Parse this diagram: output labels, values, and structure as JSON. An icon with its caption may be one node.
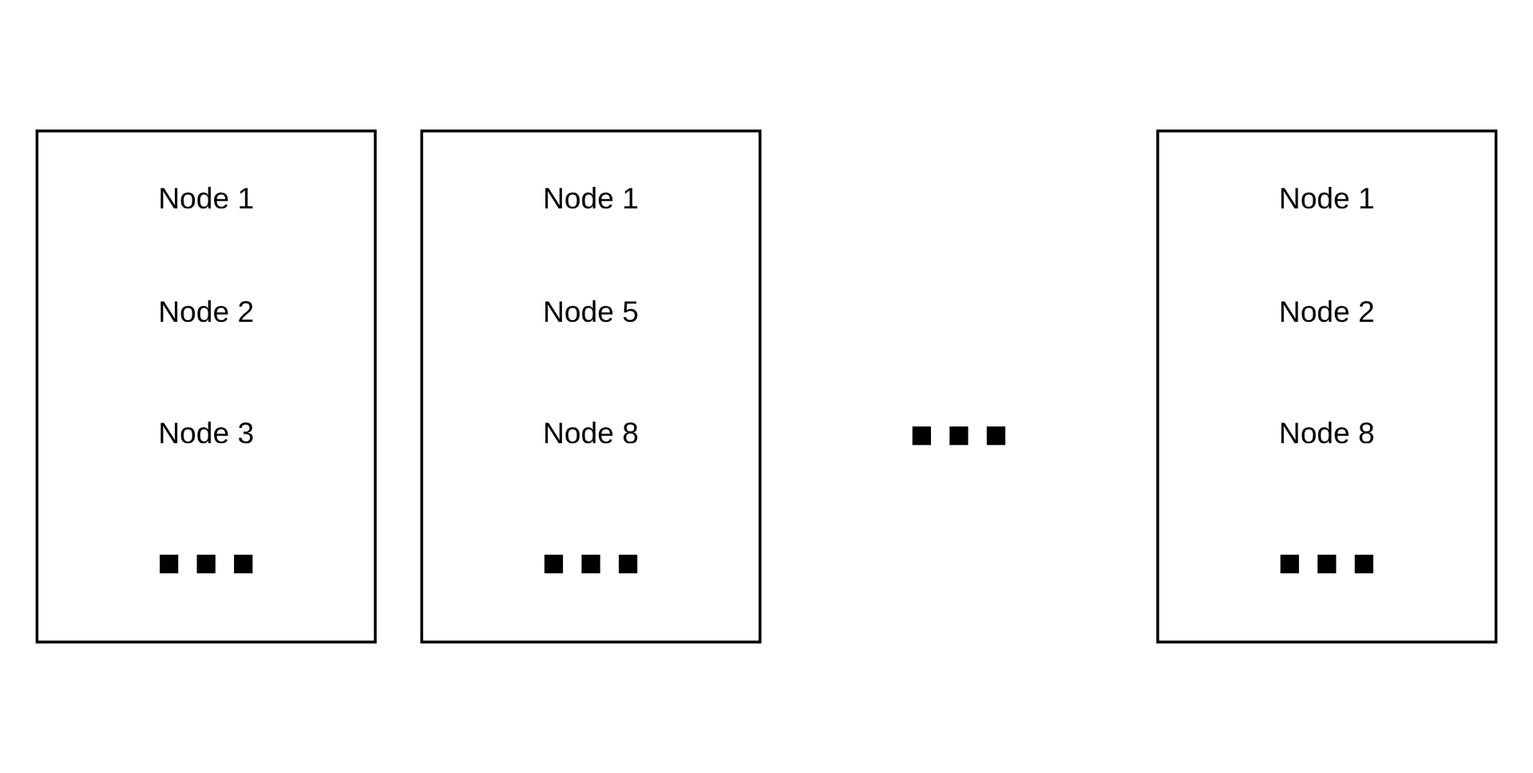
{
  "diagram": {
    "nodes": [
      {
        "text": [],
        "shape": "box"
      },
      {
        "text": [
          "Node 1"
        ],
        "in": 0
      },
      {
        "text": [
          "Node 2"
        ],
        "in": 0
      },
      {
        "text": [
          "Node 3"
        ],
        "in": 0
      },
      {
        "text": [],
        "shape": "dots",
        "in": 0
      },
      {
        "text": [],
        "shape": "box"
      },
      {
        "text": [
          "Node 1"
        ],
        "in": 5
      },
      {
        "text": [
          "Node 5"
        ],
        "in": 5
      },
      {
        "text": [
          "Node 8"
        ],
        "in": 5
      },
      {
        "text": [],
        "shape": "dots",
        "in": 5
      },
      {
        "text": [],
        "shape": "dots"
      },
      {
        "text": [],
        "shape": "box"
      },
      {
        "text": [
          "Node 1"
        ],
        "in": 11
      },
      {
        "text": [
          "Node 2"
        ],
        "in": 11
      },
      {
        "text": [
          "Node 8"
        ],
        "in": 11
      },
      {
        "text": [],
        "shape": "dots",
        "in": 11
      }
    ],
    "edges": []
  }
}
